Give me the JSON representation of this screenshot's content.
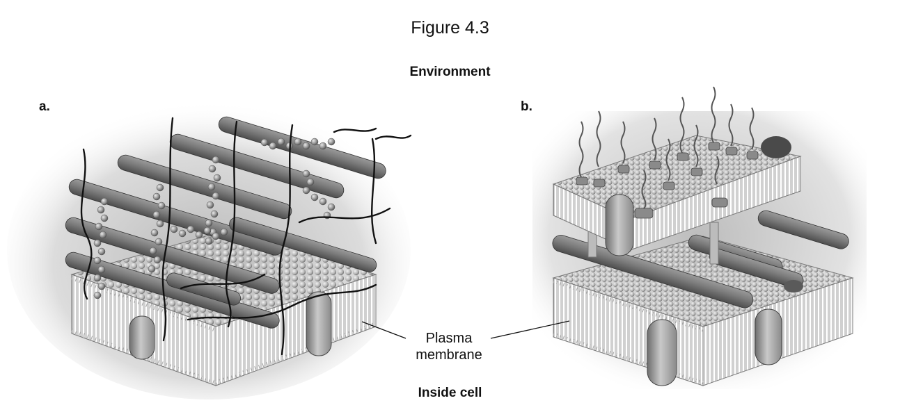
{
  "figure_title": "Figure 4.3",
  "labels": {
    "environment": "Environment",
    "inside_cell": "Inside cell",
    "plasma_membrane_line1": "Plasma",
    "plasma_membrane_line2": "membrane"
  },
  "panels": [
    {
      "letter": "a."
    },
    {
      "letter": "b."
    }
  ]
}
